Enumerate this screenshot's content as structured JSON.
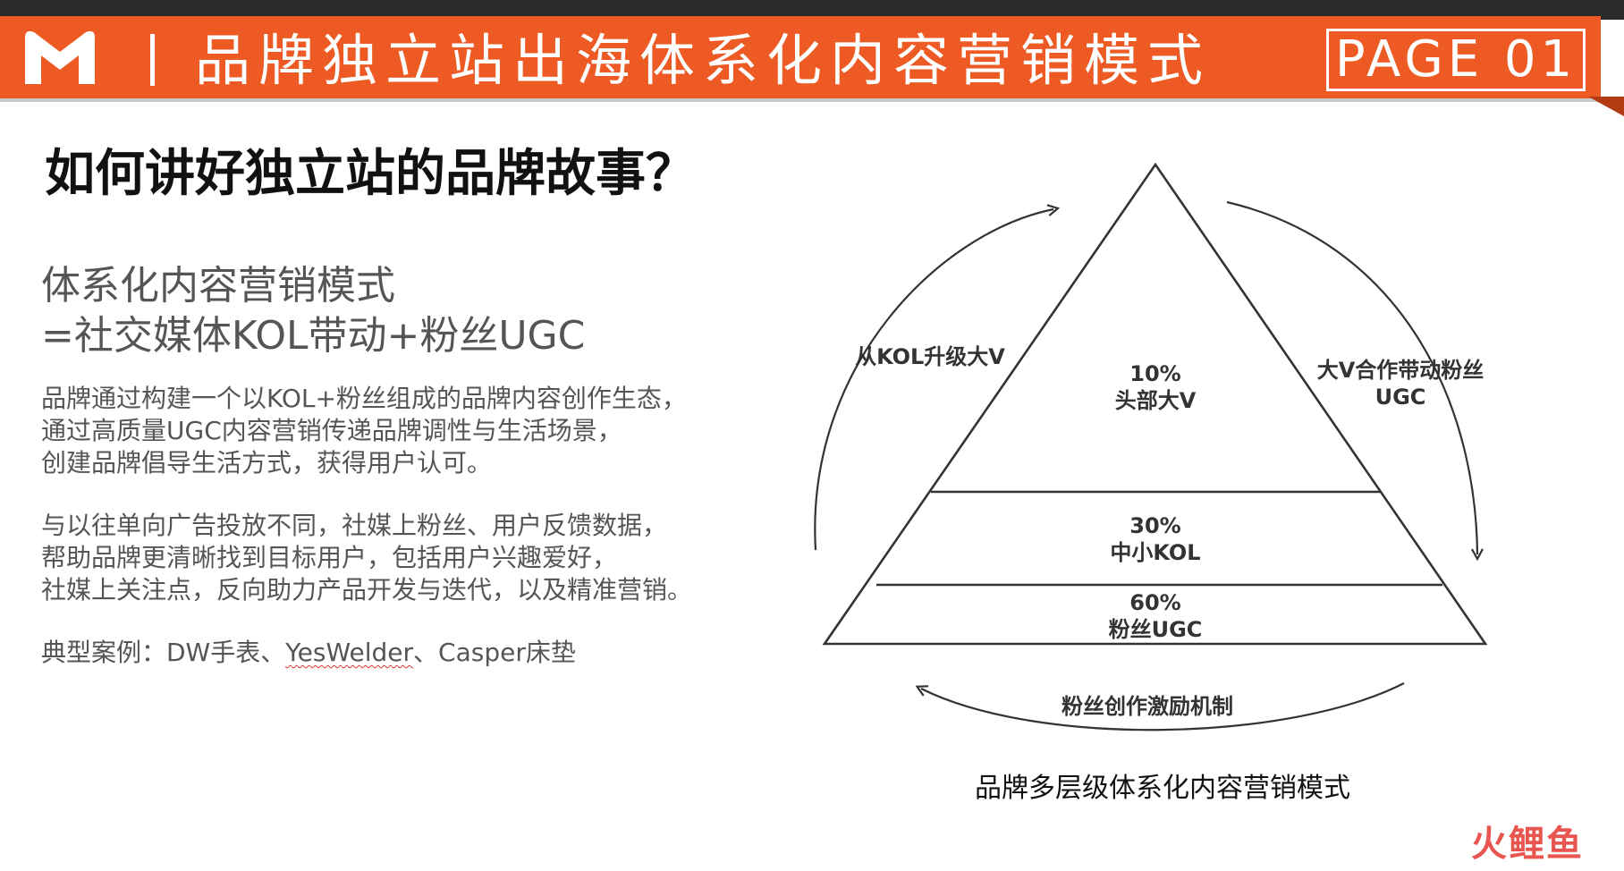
{
  "header": {
    "title": "品牌独立站出海体系化内容营销模式",
    "page_label": "PAGE 01",
    "accent_color": "#ee5a24",
    "logo_icon": "m-logo-icon"
  },
  "left": {
    "question": "如何讲好独立站的品牌故事？",
    "formula_line1": "体系化内容营销模式",
    "formula_line2": "=社交媒体KOL带动+粉丝UGC",
    "para1": [
      "品牌通过构建一个以KOL+粉丝组成的品牌内容创作生态，",
      "通过高质量UGC内容营销传递品牌调性与生活场景，",
      "创建品牌倡导生活方式，获得用户认可。"
    ],
    "para2": [
      "与以往单向广告投放不同，社媒上粉丝、用户反馈数据，",
      "帮助品牌更清晰找到目标用户，包括用户兴趣爱好，",
      "社媒上关注点，反向助力产品开发与迭代，以及精准营销。"
    ],
    "cases_prefix": "典型案例：DW手表、",
    "cases_underlined": "YesWelder",
    "cases_suffix": "、Casper床垫"
  },
  "diagram": {
    "tiers": [
      {
        "pct": "10%",
        "label": "头部大V"
      },
      {
        "pct": "30%",
        "label": "中小KOL"
      },
      {
        "pct": "60%",
        "label": "粉丝UGC"
      }
    ],
    "left_arrow_label": "从KOL升级大V",
    "right_arrow_label_1": "大V合作带动粉丝",
    "right_arrow_label_2": "UGC",
    "bottom_arrow_label": "粉丝创作激励机制",
    "caption": "品牌多层级体系化内容营销模式"
  },
  "watermark": "火鲤鱼"
}
